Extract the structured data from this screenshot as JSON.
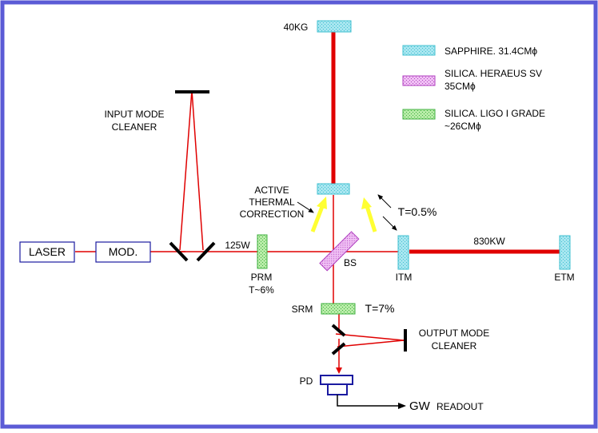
{
  "colors": {
    "border": "#5b5bd6",
    "beam": "#e00000",
    "sapphire_fill": "#a8e6f0",
    "sapphire_edge": "#40c0d0",
    "silica_heraeus_fill": "#e6a8ec",
    "silica_heraeus_edge": "#b040c0",
    "silica_ligo_fill": "#a8e6a0",
    "silica_ligo_edge": "#40b040",
    "box_edge": "#1a1aa0",
    "arrow_yellow": "#ffff33"
  },
  "boxes": {
    "laser": "LASER",
    "mod": "MOD."
  },
  "labels": {
    "input_mode_cleaner_1": "INPUT MODE",
    "input_mode_cleaner_2": "CLEANER",
    "power_125w": "125W",
    "prm_1": "PRM",
    "prm_2": "T~6%",
    "bs": "BS",
    "itm": "ITM",
    "etm": "ETM",
    "power_830kw": "830KW",
    "mass_40kg": "40KG",
    "active_1": "ACTIVE",
    "active_2": "THERMAL",
    "active_3": "CORRECTION",
    "t_itm": "T=0.5%",
    "srm": "SRM",
    "t_srm": "T=7%",
    "output_mode_cleaner_1": "OUTPUT MODE",
    "output_mode_cleaner_2": "CLEANER",
    "pd": "PD",
    "gw": "GW",
    "readout": "READOUT"
  },
  "legend": [
    {
      "material": "sapphire",
      "line1": "SAPPHIRE.  31.4CMϕ",
      "line2": ""
    },
    {
      "material": "silica_heraeus",
      "line1": "SILICA. HERAEUS SV",
      "line2": "35CMϕ"
    },
    {
      "material": "silica_ligo",
      "line1": "SILICA. LIGO I GRADE",
      "line2": "~26CMϕ"
    }
  ]
}
